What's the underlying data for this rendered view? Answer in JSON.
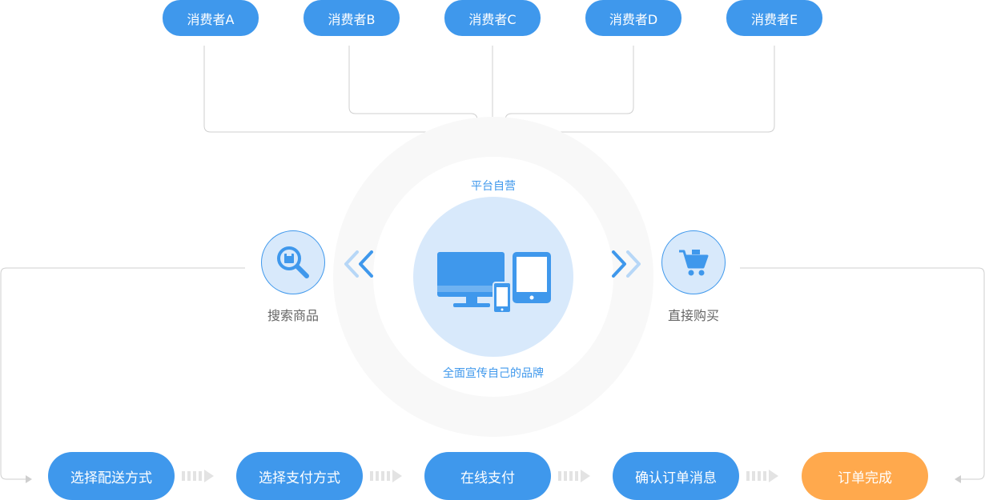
{
  "consumers": [
    "消费者A",
    "消费者B",
    "消费者C",
    "消费者D",
    "消费者E"
  ],
  "center": {
    "top_label": "平台自营",
    "bottom_label": "全面宣传自己的品牌"
  },
  "left_action": {
    "label": "搜索商品",
    "icon": "search-product-icon"
  },
  "right_action": {
    "label": "直接购买",
    "icon": "shopping-cart-icon"
  },
  "steps": [
    {
      "label": "选择配送方式"
    },
    {
      "label": "选择支付方式"
    },
    {
      "label": "在线支付"
    },
    {
      "label": "确认订单消息"
    },
    {
      "label": "订单完成"
    }
  ],
  "colors": {
    "primary": "#3f98ec",
    "light": "#d8e9fb",
    "done": "#ffa94d",
    "line": "#cccccc"
  }
}
